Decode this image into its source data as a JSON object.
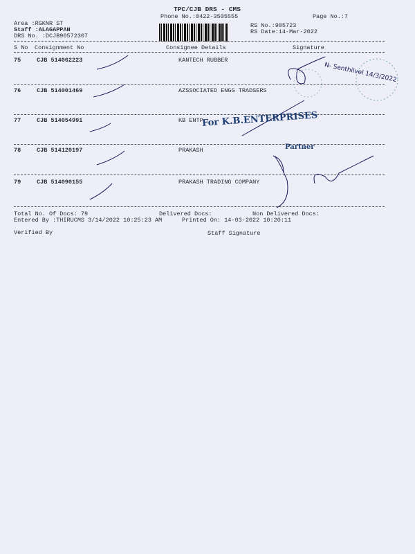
{
  "header": {
    "title": "TPC/CJB  DRS - CMS",
    "phone": "Phone No.:0422-3505555",
    "page": "Page No.:7",
    "area": "Area :RGKNR ST",
    "staff": "Staff :ALAGAPPAN",
    "drs_no": "DRS No. :DCJB90572307",
    "rs_no": "RS No.:905723",
    "rs_date": "RS Date:14-Mar-2022"
  },
  "columns": [
    "S No",
    "Consignment No",
    "Consignee Details",
    "Signature"
  ],
  "rows": [
    {
      "sno": "75",
      "consignment": "CJB 514062223",
      "consignee": "KANTECH RUBBER"
    },
    {
      "sno": "76",
      "consignment": "CJB 514001469",
      "consignee": "AZSSOCIATED ENGG TRADSERS"
    },
    {
      "sno": "77",
      "consignment": "CJB 514054991",
      "consignee": "KB ENTP"
    },
    {
      "sno": "78",
      "consignment": "CJB 514120197",
      "consignee": "PRAKASH"
    },
    {
      "sno": "79",
      "consignment": "CJB 514090155",
      "consignee": "PRAKASH TRADING COMPANY"
    }
  ],
  "footer": {
    "total": "Total No. Of Docs:  79",
    "delivered": "Delivered Docs:",
    "non_delivered": "Non Delivered Docs:",
    "entered_by": "Entered By :THIRUCMS 3/14/2022 10:25:23 AM",
    "printed_on": "Printed On: 14-03-2022 10:20:11",
    "verified_by": "Verified By",
    "staff_signature": "Staff Signature"
  },
  "stamps": {
    "company": "For K.B.ENTERPRISES",
    "role": "Partner",
    "handwritten": "N- Senthilvel 14/3/2022"
  }
}
